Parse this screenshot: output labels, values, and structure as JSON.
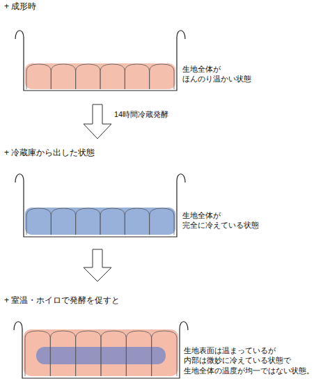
{
  "diagram": {
    "labels": [
      "+ 成形時",
      "生地全体が ほんのり温かい状態",
      "14時間冷蔵発酵",
      "+ 冷蔵庫から出した状態",
      "生地全体が 完全に冷えている状態",
      "+ 室温・ホイロで発酵を促すと",
      "生地表面は温まっているが 内部は微妙に冷えている状態で 生地全体の温度が均一ではない状態。"
    ]
  }
}
